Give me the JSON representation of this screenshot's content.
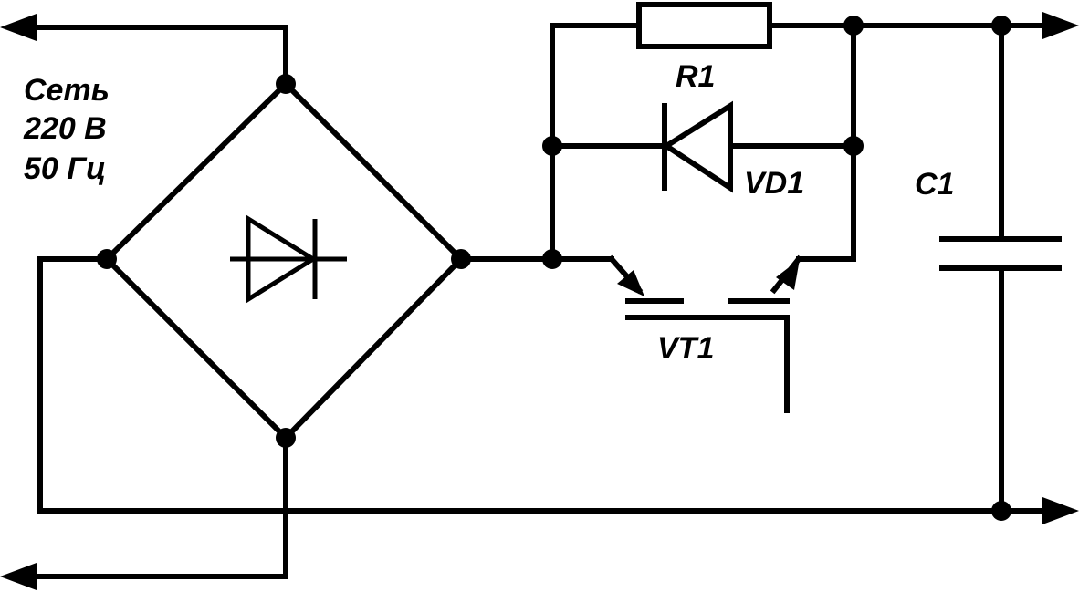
{
  "labels": {
    "mains_line1": "Сеть",
    "mains_line2": "220 В",
    "mains_line3": "50 Гц",
    "resistor": "R1",
    "diode": "VD1",
    "transistor": "VT1",
    "capacitor": "C1"
  },
  "colors": {
    "ink": "#000000",
    "background": "#ffffff"
  }
}
